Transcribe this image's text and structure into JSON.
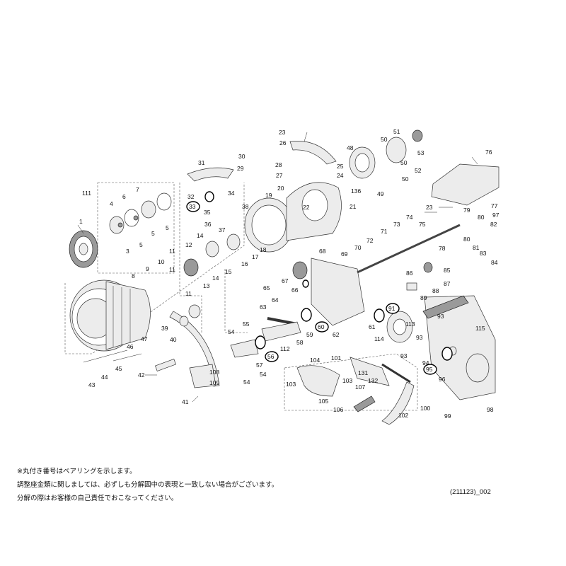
{
  "diagram": {
    "parts": [
      {
        "id": "p1",
        "text": "1"
      },
      {
        "id": "p3",
        "text": "3"
      },
      {
        "id": "p4",
        "text": "4"
      },
      {
        "id": "p5a",
        "text": "5"
      },
      {
        "id": "p5b",
        "text": "5"
      },
      {
        "id": "p5c",
        "text": "5"
      },
      {
        "id": "p6",
        "text": "6"
      },
      {
        "id": "p7",
        "text": "7"
      },
      {
        "id": "p111",
        "text": "111"
      },
      {
        "id": "p8",
        "text": "8"
      },
      {
        "id": "p9",
        "text": "9"
      },
      {
        "id": "p10",
        "text": "10"
      },
      {
        "id": "p11a",
        "text": "11"
      },
      {
        "id": "p11b",
        "text": "11"
      },
      {
        "id": "p11c",
        "text": "11"
      },
      {
        "id": "p12",
        "text": "12"
      },
      {
        "id": "p13",
        "text": "13"
      },
      {
        "id": "p14a",
        "text": "14"
      },
      {
        "id": "p14b",
        "text": "14"
      },
      {
        "id": "p15",
        "text": "15"
      },
      {
        "id": "p16",
        "text": "16"
      },
      {
        "id": "p17",
        "text": "17"
      },
      {
        "id": "p18",
        "text": "18"
      },
      {
        "id": "p19",
        "text": "19"
      },
      {
        "id": "p20",
        "text": "20"
      },
      {
        "id": "p21",
        "text": "21"
      },
      {
        "id": "p22",
        "text": "22"
      },
      {
        "id": "p23a",
        "text": "23"
      },
      {
        "id": "p23b",
        "text": "23"
      },
      {
        "id": "p24",
        "text": "24"
      },
      {
        "id": "p25",
        "text": "25"
      },
      {
        "id": "p26",
        "text": "26"
      },
      {
        "id": "p27",
        "text": "27"
      },
      {
        "id": "p28",
        "text": "28"
      },
      {
        "id": "p29",
        "text": "29"
      },
      {
        "id": "p30",
        "text": "30"
      },
      {
        "id": "p31",
        "text": "31"
      },
      {
        "id": "p32",
        "text": "32"
      },
      {
        "id": "p34",
        "text": "34"
      },
      {
        "id": "p35",
        "text": "35"
      },
      {
        "id": "p36",
        "text": "36"
      },
      {
        "id": "p37",
        "text": "37"
      },
      {
        "id": "p38",
        "text": "38"
      },
      {
        "id": "p39",
        "text": "39"
      },
      {
        "id": "p40",
        "text": "40"
      },
      {
        "id": "p41",
        "text": "41"
      },
      {
        "id": "p42",
        "text": "42"
      },
      {
        "id": "p43",
        "text": "43"
      },
      {
        "id": "p44",
        "text": "44"
      },
      {
        "id": "p45",
        "text": "45"
      },
      {
        "id": "p46",
        "text": "46"
      },
      {
        "id": "p47",
        "text": "47"
      },
      {
        "id": "p48",
        "text": "48"
      },
      {
        "id": "p49",
        "text": "49"
      },
      {
        "id": "p50a",
        "text": "50"
      },
      {
        "id": "p50b",
        "text": "50"
      },
      {
        "id": "p50c",
        "text": "50"
      },
      {
        "id": "p51",
        "text": "51"
      },
      {
        "id": "p52",
        "text": "52"
      },
      {
        "id": "p53",
        "text": "53"
      },
      {
        "id": "p54a",
        "text": "54"
      },
      {
        "id": "p54b",
        "text": "54"
      },
      {
        "id": "p54c",
        "text": "54"
      },
      {
        "id": "p55",
        "text": "55"
      },
      {
        "id": "p57",
        "text": "57"
      },
      {
        "id": "p58",
        "text": "58"
      },
      {
        "id": "p59",
        "text": "59"
      },
      {
        "id": "p61",
        "text": "61"
      },
      {
        "id": "p62",
        "text": "62"
      },
      {
        "id": "p63",
        "text": "63"
      },
      {
        "id": "p64",
        "text": "64"
      },
      {
        "id": "p65",
        "text": "65"
      },
      {
        "id": "p66",
        "text": "66"
      },
      {
        "id": "p67",
        "text": "67"
      },
      {
        "id": "p68",
        "text": "68"
      },
      {
        "id": "p69",
        "text": "69"
      },
      {
        "id": "p70",
        "text": "70"
      },
      {
        "id": "p71",
        "text": "71"
      },
      {
        "id": "p72",
        "text": "72"
      },
      {
        "id": "p73",
        "text": "73"
      },
      {
        "id": "p74",
        "text": "74"
      },
      {
        "id": "p75",
        "text": "75"
      },
      {
        "id": "p76",
        "text": "76"
      },
      {
        "id": "p77",
        "text": "77"
      },
      {
        "id": "p78",
        "text": "78"
      },
      {
        "id": "p79",
        "text": "79"
      },
      {
        "id": "p80a",
        "text": "80"
      },
      {
        "id": "p80b",
        "text": "80"
      },
      {
        "id": "p81",
        "text": "81"
      },
      {
        "id": "p82",
        "text": "82"
      },
      {
        "id": "p83",
        "text": "83"
      },
      {
        "id": "p84",
        "text": "84"
      },
      {
        "id": "p85",
        "text": "85"
      },
      {
        "id": "p86",
        "text": "86"
      },
      {
        "id": "p87",
        "text": "87"
      },
      {
        "id": "p88",
        "text": "88"
      },
      {
        "id": "p89",
        "text": "89"
      },
      {
        "id": "p93a",
        "text": "93"
      },
      {
        "id": "p93b",
        "text": "93"
      },
      {
        "id": "p93c",
        "text": "93"
      },
      {
        "id": "p94",
        "text": "94"
      },
      {
        "id": "p96",
        "text": "96"
      },
      {
        "id": "p97",
        "text": "97"
      },
      {
        "id": "p98",
        "text": "98"
      },
      {
        "id": "p99",
        "text": "99"
      },
      {
        "id": "p100",
        "text": "100"
      },
      {
        "id": "p101",
        "text": "101"
      },
      {
        "id": "p102",
        "text": "102"
      },
      {
        "id": "p103a",
        "text": "103"
      },
      {
        "id": "p103b",
        "text": "103"
      },
      {
        "id": "p104",
        "text": "104"
      },
      {
        "id": "p105",
        "text": "105"
      },
      {
        "id": "p106",
        "text": "106"
      },
      {
        "id": "p107",
        "text": "107"
      },
      {
        "id": "p108",
        "text": "108"
      },
      {
        "id": "p109",
        "text": "109"
      },
      {
        "id": "p112",
        "text": "112"
      },
      {
        "id": "p113",
        "text": "113"
      },
      {
        "id": "p114",
        "text": "114"
      },
      {
        "id": "p115",
        "text": "115"
      },
      {
        "id": "p131",
        "text": "131"
      },
      {
        "id": "p132",
        "text": "132"
      },
      {
        "id": "p136",
        "text": "136"
      }
    ],
    "bearings": [
      {
        "id": "b33",
        "text": "33"
      },
      {
        "id": "b56",
        "text": "56"
      },
      {
        "id": "b60",
        "text": "60"
      },
      {
        "id": "b91",
        "text": "91"
      },
      {
        "id": "b95",
        "text": "95"
      }
    ]
  },
  "notes": [
    "※丸付き番号はベアリングを示します。",
    "調整座金類に関しましては、必ずしも分解図中の表現と一致しない場合がございます。",
    "分解の際はお客様の自己責任でおこなってください。"
  ],
  "doc_code": "(211123)_002"
}
